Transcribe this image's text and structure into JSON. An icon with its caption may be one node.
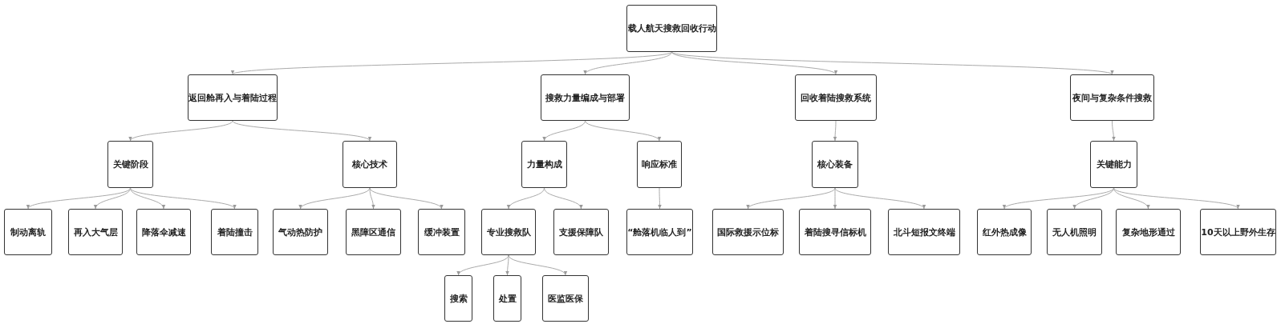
{
  "diagram": {
    "nodes": [
      {
        "text": [
          "载人航天搜救回收行动"
        ]
      },
      {
        "text": [
          "返回舱再入与着陆过程"
        ]
      },
      {
        "text": [
          "搜救力量编成与部署"
        ]
      },
      {
        "text": [
          "回收着陆搜救系统"
        ]
      },
      {
        "text": [
          "夜间与复杂条件搜救"
        ]
      },
      {
        "text": [
          "关键阶段"
        ]
      },
      {
        "text": [
          "核心技术"
        ]
      },
      {
        "text": [
          "力量构成"
        ]
      },
      {
        "text": [
          "响应标准"
        ]
      },
      {
        "text": [
          "核心装备"
        ]
      },
      {
        "text": [
          "关键能力"
        ]
      },
      {
        "text": [
          "制动离轨"
        ]
      },
      {
        "text": [
          "再入大气层"
        ]
      },
      {
        "text": [
          "降落伞减速"
        ]
      },
      {
        "text": [
          "着陆撞击"
        ]
      },
      {
        "text": [
          "气动热防护"
        ]
      },
      {
        "text": [
          "黑障区通信"
        ]
      },
      {
        "text": [
          "缓冲装置"
        ]
      },
      {
        "text": [
          "专业搜救队"
        ]
      },
      {
        "text": [
          "支援保障队"
        ]
      },
      {
        "text": [
          "“舱落机临人到”"
        ]
      },
      {
        "text": [
          "国际救援示位标"
        ]
      },
      {
        "text": [
          "着陆搜寻信标机"
        ]
      },
      {
        "text": [
          "北斗短报文终端"
        ]
      },
      {
        "text": [
          "红外热成像"
        ]
      },
      {
        "text": [
          "无人机照明"
        ]
      },
      {
        "text": [
          "复杂地形通过"
        ]
      },
      {
        "text": [
          "10天以上野外生存"
        ]
      },
      {
        "text": [
          "搜索"
        ]
      },
      {
        "text": [
          "处置"
        ]
      },
      {
        "text": [
          "医监医保"
        ]
      }
    ],
    "edges": [
      {
        "from": 0,
        "to": 1,
        "arrow": "to"
      },
      {
        "from": 0,
        "to": 2,
        "arrow": "to"
      },
      {
        "from": 0,
        "to": 3,
        "arrow": "to"
      },
      {
        "from": 0,
        "to": 4,
        "arrow": "to"
      },
      {
        "from": 1,
        "to": 5,
        "arrow": "to"
      },
      {
        "from": 1,
        "to": 6,
        "arrow": "to"
      },
      {
        "from": 2,
        "to": 7,
        "arrow": "to"
      },
      {
        "from": 2,
        "to": 8,
        "arrow": "to"
      },
      {
        "from": 3,
        "to": 9,
        "arrow": "to"
      },
      {
        "from": 4,
        "to": 10,
        "arrow": "to"
      },
      {
        "from": 5,
        "to": 11,
        "arrow": "to"
      },
      {
        "from": 5,
        "to": 12,
        "arrow": "to"
      },
      {
        "from": 5,
        "to": 13,
        "arrow": "to"
      },
      {
        "from": 5,
        "to": 14,
        "arrow": "to"
      },
      {
        "from": 6,
        "to": 15,
        "arrow": "to"
      },
      {
        "from": 6,
        "to": 16,
        "arrow": "to"
      },
      {
        "from": 6,
        "to": 17,
        "arrow": "to"
      },
      {
        "from": 7,
        "to": 18,
        "arrow": "to"
      },
      {
        "from": 7,
        "to": 19,
        "arrow": "to"
      },
      {
        "from": 8,
        "to": 20,
        "arrow": "to"
      },
      {
        "from": 9,
        "to": 21,
        "arrow": "to"
      },
      {
        "from": 9,
        "to": 22,
        "arrow": "to"
      },
      {
        "from": 9,
        "to": 23,
        "arrow": "to"
      },
      {
        "from": 10,
        "to": 24,
        "arrow": "to"
      },
      {
        "from": 10,
        "to": 25,
        "arrow": "to"
      },
      {
        "from": 10,
        "to": 26,
        "arrow": "to"
      },
      {
        "from": 10,
        "to": 27,
        "arrow": "to"
      },
      {
        "from": 18,
        "to": 28,
        "arrow": "to"
      },
      {
        "from": 18,
        "to": 29,
        "arrow": "to"
      },
      {
        "from": 18,
        "to": 30,
        "arrow": "to"
      }
    ]
  }
}
